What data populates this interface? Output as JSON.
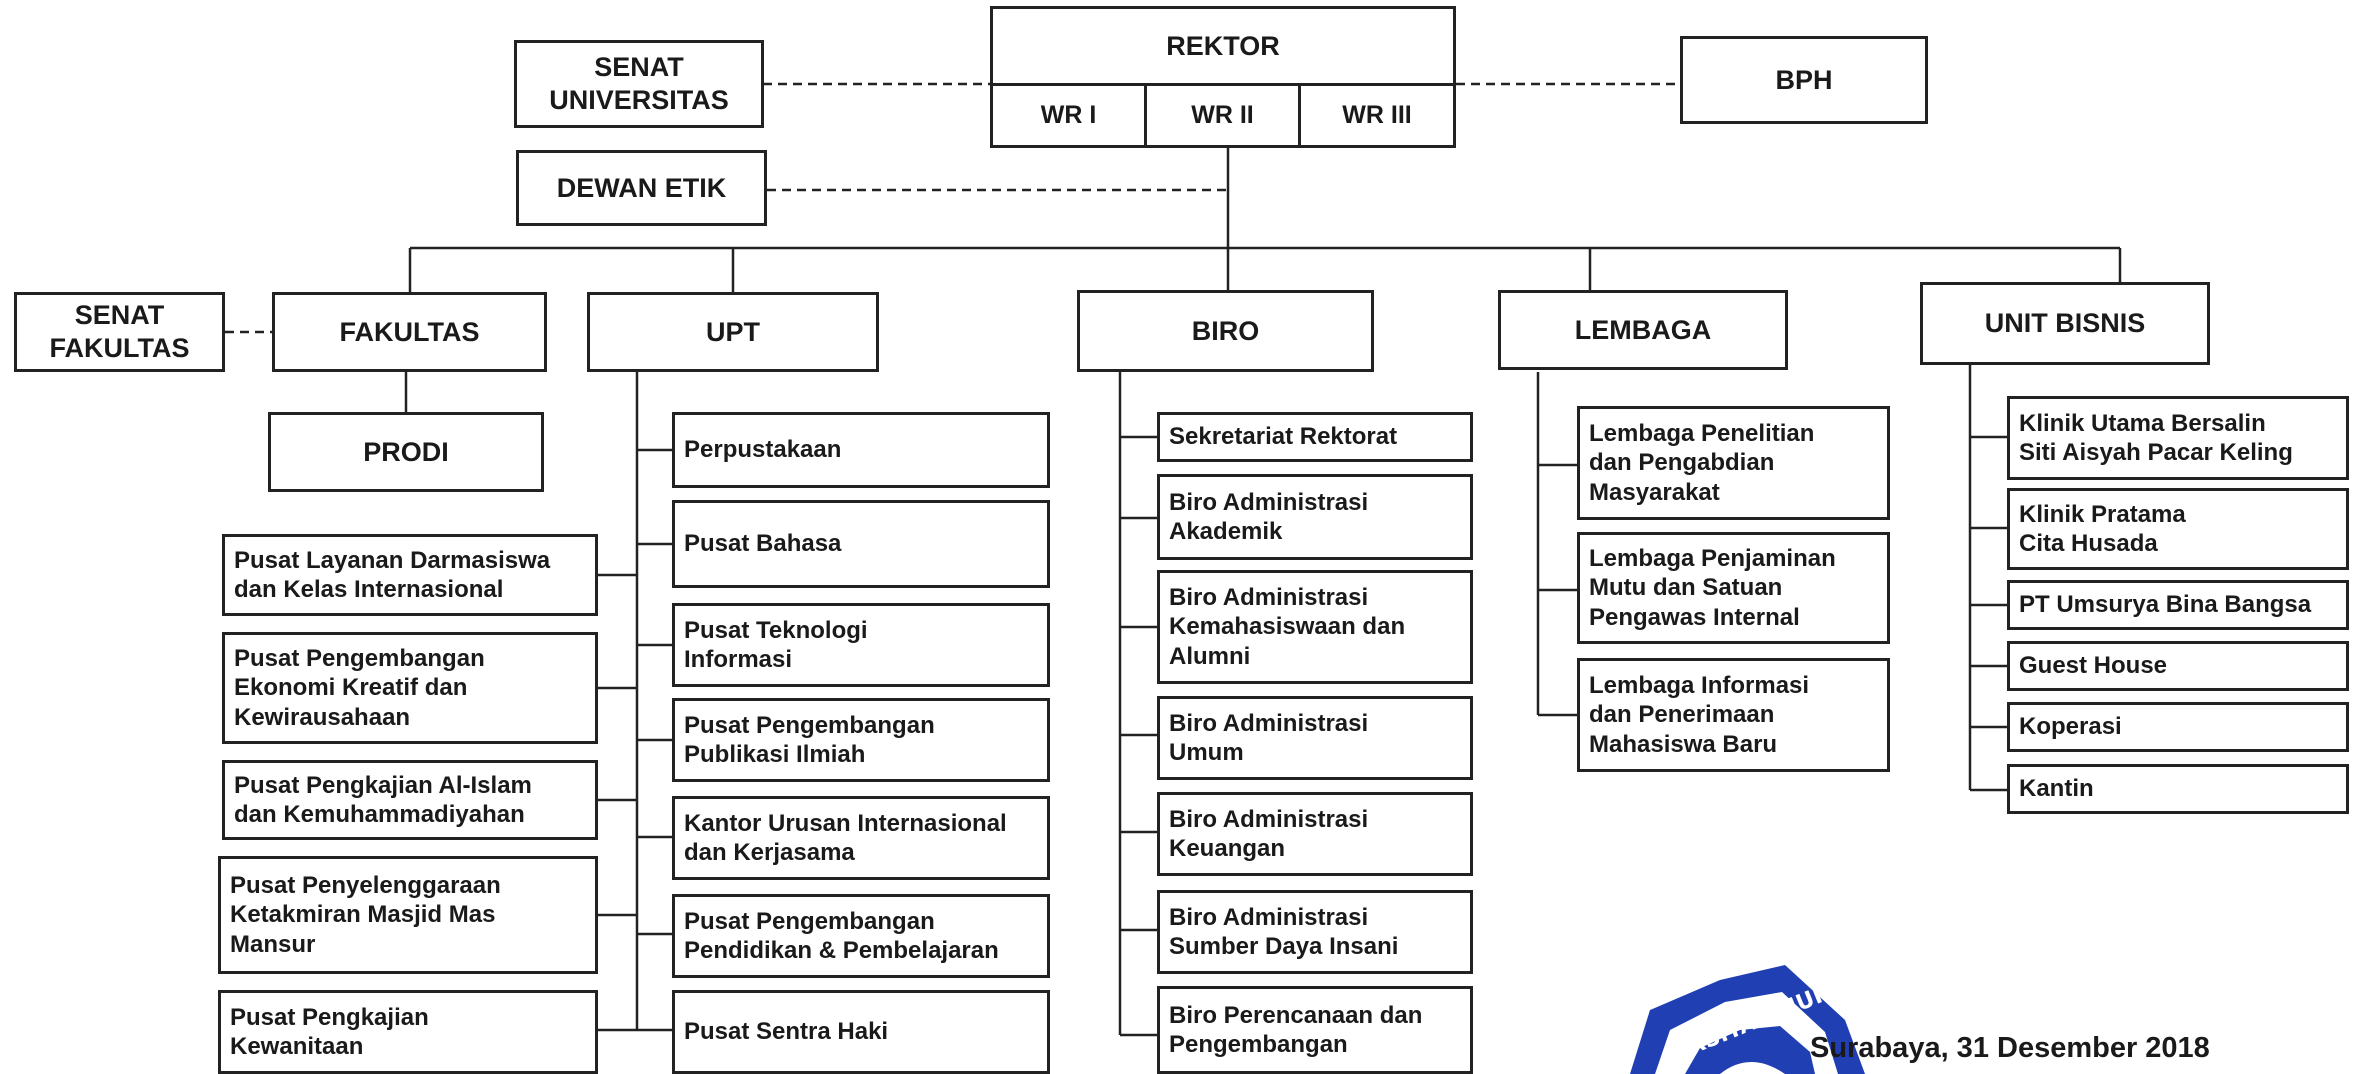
{
  "top": {
    "rektor": "REKTOR",
    "wr1": "WR I",
    "wr2": "WR II",
    "wr3": "WR III",
    "senat_universitas": "SENAT\nUNIVERSITAS",
    "bph": "BPH",
    "dewan_etik": "DEWAN ETIK"
  },
  "divisions": {
    "senat_fakultas": "SENAT\nFAKULTAS",
    "fakultas": "FAKULTAS",
    "prodi": "PRODI",
    "upt": "UPT",
    "biro": "BIRO",
    "lembaga": "LEMBAGA",
    "unit_bisnis": "UNIT BISNIS"
  },
  "pusat_left": [
    "Pusat Layanan Darmasiswa\ndan Kelas Internasional",
    "Pusat Pengembangan\nEkonomi Kreatif dan\nKewirausahaan",
    "Pusat Pengkajian Al-Islam\ndan Kemuhammadiyahan",
    "Pusat Penyelenggaraan\nKetakmiran Masjid Mas\nMansur",
    "Pusat Pengkajian\nKewanitaan"
  ],
  "upt_items": [
    "Perpustakaan",
    "Pusat Bahasa",
    "Pusat Teknologi\nInformasi",
    "Pusat Pengembangan\nPublikasi Ilmiah",
    "Kantor Urusan Internasional\ndan Kerjasama",
    "Pusat Pengembangan\nPendidikan & Pembelajaran",
    "Pusat Sentra Haki"
  ],
  "biro_items": [
    "Sekretariat Rektorat",
    "Biro Administrasi\nAkademik",
    "Biro Administrasi\nKemahasiswaan dan\nAlumni",
    "Biro Administrasi\nUmum",
    "Biro Administrasi\nKeuangan",
    "Biro Administrasi\nSumber Daya Insani",
    "Biro Perencanaan dan\nPengembangan"
  ],
  "lembaga_items": [
    "Lembaga Penelitian\ndan Pengabdian\nMasyarakat",
    "Lembaga Penjaminan\nMutu dan Satuan\nPengawas Internal",
    "Lembaga Informasi\ndan Penerimaan\nMahasiswa Baru"
  ],
  "bisnis_items": [
    "Klinik Utama Bersalin\nSiti Aisyah Pacar Keling",
    "Klinik Pratama\nCita Husada",
    "PT Umsurya Bina Bangsa",
    "Guest House",
    "Koperasi",
    "Kantin"
  ],
  "signature": {
    "date_line": "Surabaya, 31 Desember 2018",
    "seal_text": "RSITAS MUHA"
  },
  "colors": {
    "line": "#222222",
    "seal": "#1f3fb3"
  }
}
